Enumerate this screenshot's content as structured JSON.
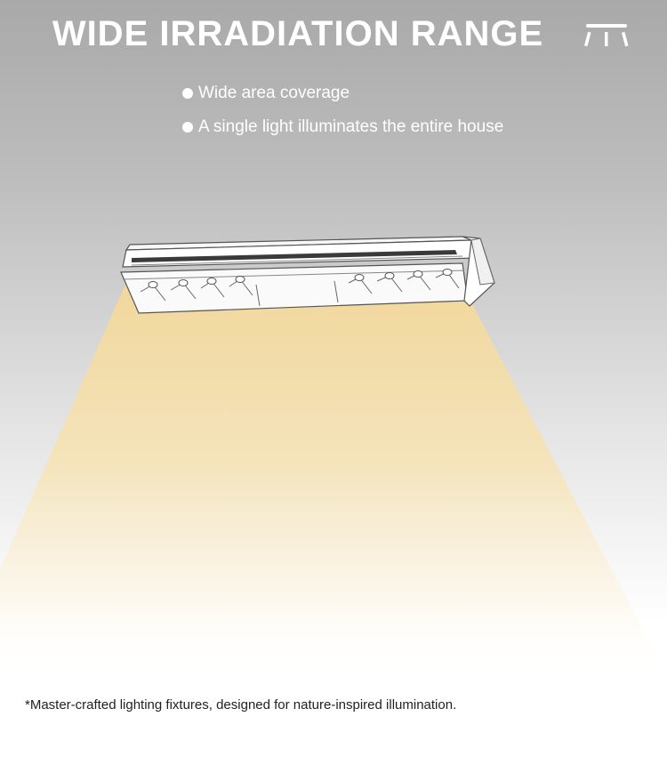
{
  "header": {
    "title": "WIDE IRRADIATION RANGE",
    "icon": "ceiling-light-icon"
  },
  "features": [
    {
      "text": "Wide area coverage"
    },
    {
      "text": "A single light illuminates the entire house"
    }
  ],
  "illustration": {
    "icon": "linear-light-fixture-icon",
    "beam_color": "#f6dfa6"
  },
  "footnote": "*Master-crafted lighting fixtures, designed for nature-inspired illumination."
}
